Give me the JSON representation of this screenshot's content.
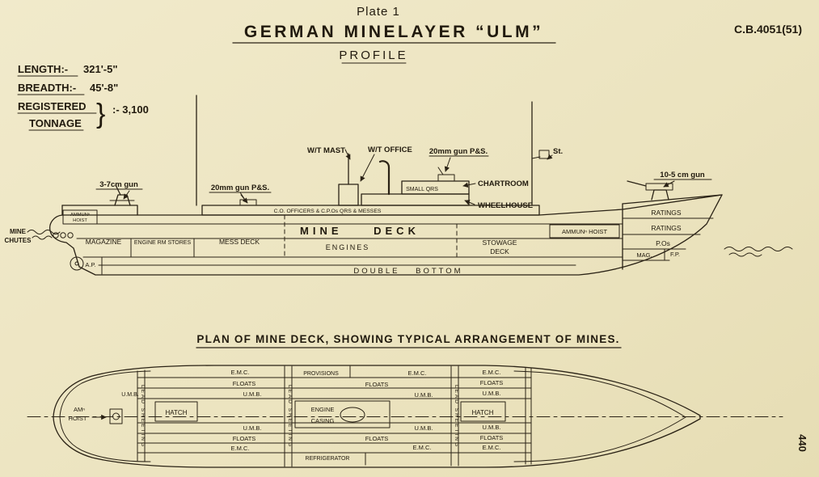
{
  "header": {
    "plate": "Plate 1",
    "title": "GERMAN MINELAYER “ULM”",
    "subtitle": "PROFILE",
    "reference": "C.B.4051(51)"
  },
  "specs": {
    "length_label": "LENGTH:-",
    "length_value": "321'-5\"",
    "breadth_label": "BREADTH:-",
    "breadth_value": "45'-8\"",
    "registered_label": "REGISTERED",
    "tonnage_label": "TONNAGE",
    "brace": "}",
    "tonnage_value": ":- 3,100"
  },
  "profile": {
    "mine_chutes_1": "MINE",
    "mine_chutes_2": "CHUTES",
    "ammun_hoist_fwd_1": "AMMUNⁿ",
    "ammun_hoist_fwd_2": "HOIST",
    "gun_37": "3-7cm gun",
    "gun_20_fwd": "20mm gun P&S.",
    "wt_mast": "W/T MAST",
    "wt_office": "W/T OFFICE",
    "gun_20_mid": "20mm gun P&S.",
    "small_qrs": "SMALL QRS",
    "chartroom": "CHARTROOM",
    "wheelhouse": "WHEELHOUSE",
    "st": "St.",
    "gun_105": "10-5 cm gun",
    "officers": "C.O. OFFICERS & C.P.Os QRS & MESSES",
    "magazine": "MAGAZINE",
    "engine_rm_stores": "ENGINE RM STORES",
    "mess_deck": "MESS DECK",
    "mine_deck": "MINE DECK",
    "engines": "ENGINES",
    "stowage_1": "STOWAGE",
    "stowage_2": "DECK",
    "ammun_hoist_aft": "AMMUNⁿ HOIST",
    "ratings_1": "RATINGS",
    "ratings_2": "RATINGS",
    "pos": "P.Os",
    "mag": "MAG.",
    "fp": "F.P.",
    "ap": "A.P.",
    "double_bottom": "DOUBLE BOTTOM"
  },
  "plan": {
    "title": "PLAN OF MINE DECK, SHOWING TYPICAL ARRANGEMENT OF MINES.",
    "emc": "E.M.C.",
    "floats": "FLOATS",
    "umb": "U.M.B.",
    "provisions": "PROVISIONS",
    "hatch": "HATCH",
    "engine": "ENGINE",
    "casing": "CASING",
    "refrigerator": "REFRIGERATOR",
    "lead_sheeting": "LEAD SHEETING",
    "am_hoist_1": "AMⁿ",
    "am_hoist_2": "HOIST"
  },
  "footer": {
    "page_number": "440"
  }
}
